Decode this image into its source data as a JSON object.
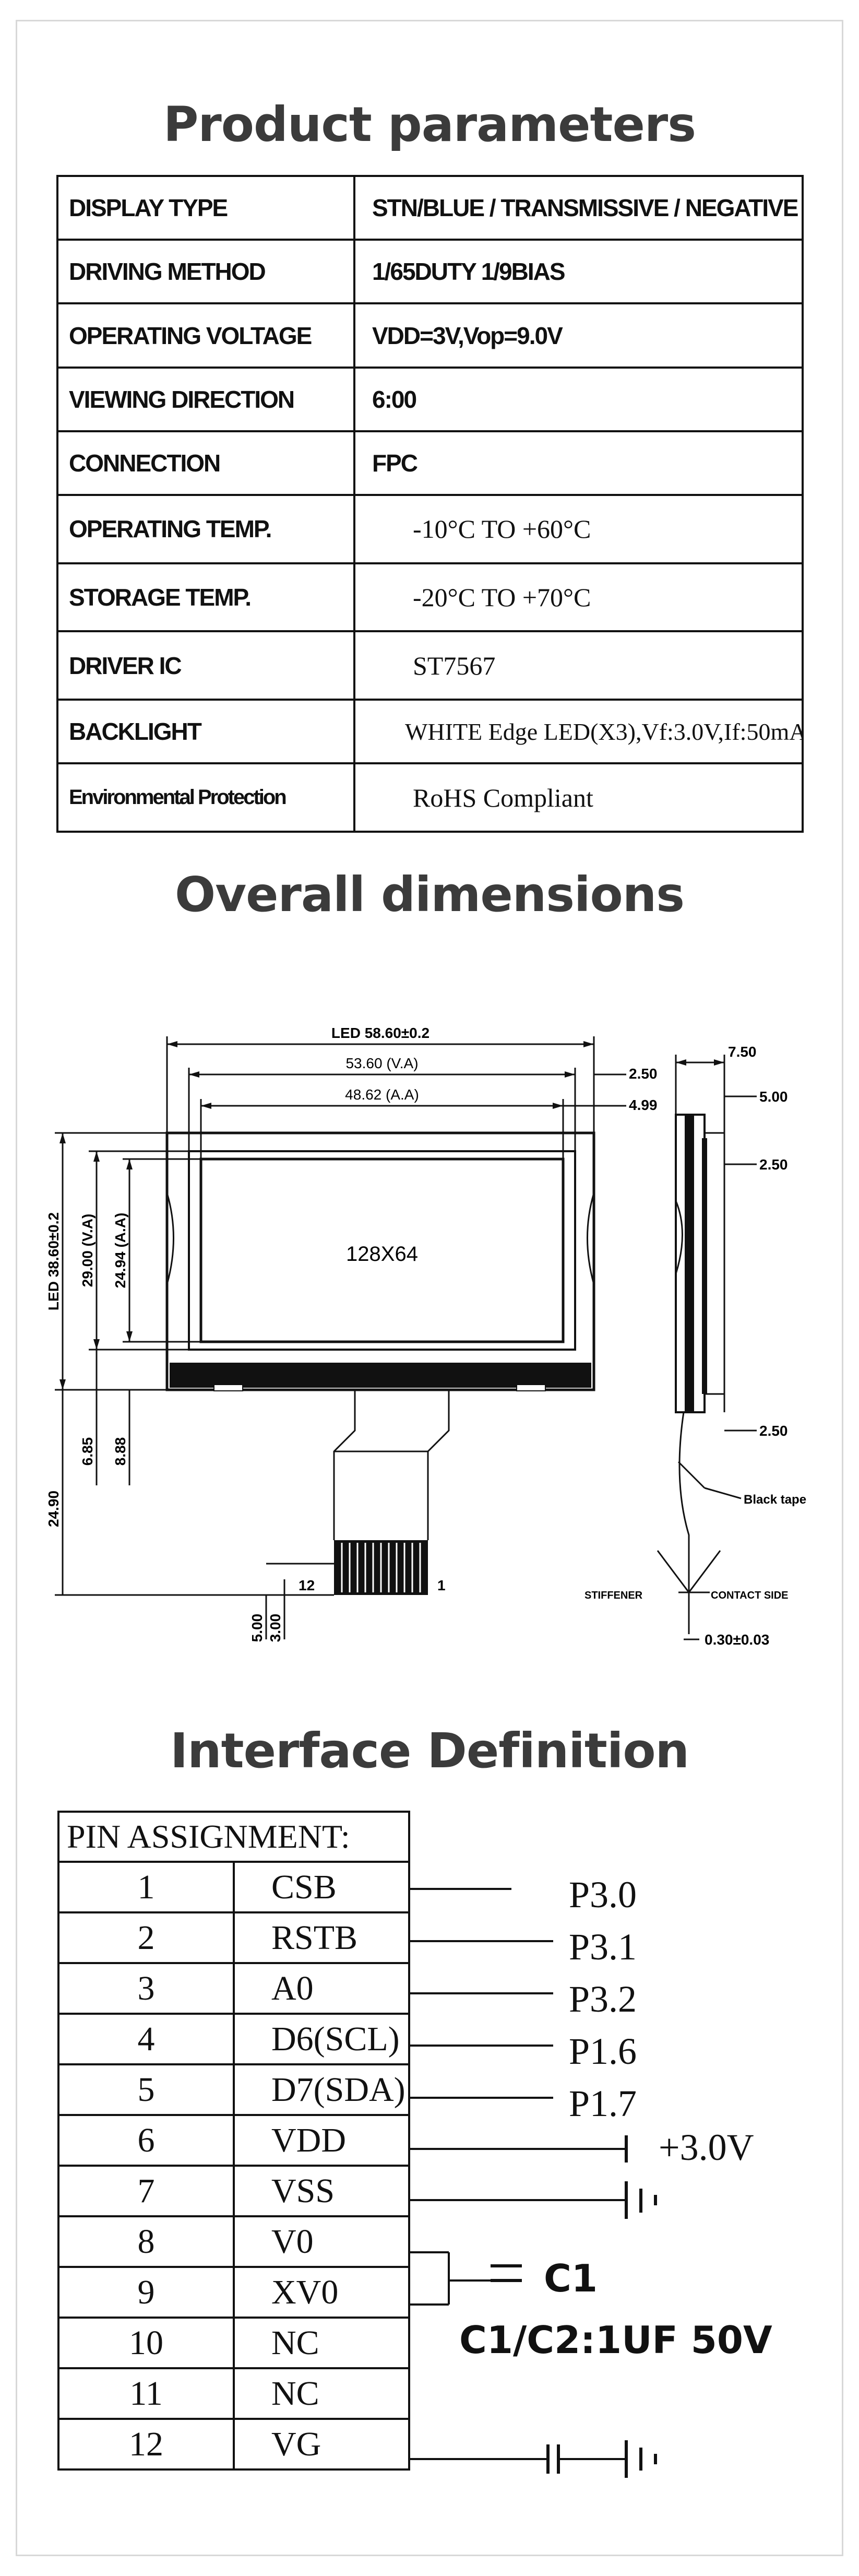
{
  "sections": {
    "params_title": "Product parameters",
    "dims_title": "Overall dimensions",
    "interface_title": "Interface Definition"
  },
  "parameters": [
    {
      "label": "DISPLAY TYPE",
      "value": "STN/BLUE / TRANSMISSIVE / NEGATIVE"
    },
    {
      "label": "DRIVING METHOD",
      "value": "1/65DUTY  1/9BIAS"
    },
    {
      "label": "OPERATING VOLTAGE",
      "value": "VDD=3V,Vop=9.0V"
    },
    {
      "label": "VIEWING DIRECTION",
      "value": "6:00"
    },
    {
      "label": "CONNECTION",
      "value": "FPC"
    },
    {
      "label": "OPERATING TEMP.",
      "value": "-10°C TO +60°C"
    },
    {
      "label": "STORAGE TEMP.",
      "value": "-20°C TO +70°C"
    },
    {
      "label": "DRIVER IC",
      "value": "ST7567"
    },
    {
      "label": "BACKLIGHT",
      "value": "WHITE Edge LED(X3),Vf:3.0V,If:50mA"
    },
    {
      "label": "Environmental Protection",
      "value": "RoHS Compliant"
    }
  ],
  "drawing": {
    "led_width": "LED 58.60±0.2",
    "va_width": "53.60 (V.A)",
    "aa_width": "48.62 (A.A)",
    "right_250": "2.50",
    "right_499": "4.99",
    "led_height": "LED 38.60±0.2",
    "va_height": "29.00 (V.A)",
    "aa_height": "24.94 (A.A)",
    "dim_685": "6.85",
    "dim_888": "8.88",
    "dim_2490": "24.90",
    "dim_500": "5.00",
    "dim_300": "3.00",
    "display_label": "128X64",
    "pin12": "12",
    "pin1": "1",
    "side_750": "7.50",
    "side_500": "5.00",
    "side_250a": "2.50",
    "side_250b": "2.50",
    "black_tape": "Black tape",
    "stiffener": "STIFFENER",
    "contact_side": "CONTACT SIDE",
    "thickness": "0.30±0.03"
  },
  "pin_table": {
    "header": "PIN ASSIGNMENT:",
    "pins": [
      {
        "num": "1",
        "name": "CSB"
      },
      {
        "num": "2",
        "name": "RSTB"
      },
      {
        "num": "3",
        "name": "A0"
      },
      {
        "num": "4",
        "name": "D6(SCL)"
      },
      {
        "num": "5",
        "name": "D7(SDA)"
      },
      {
        "num": "6",
        "name": "VDD"
      },
      {
        "num": "7",
        "name": "VSS"
      },
      {
        "num": "8",
        "name": "V0"
      },
      {
        "num": "9",
        "name": "XV0"
      },
      {
        "num": "10",
        "name": "NC"
      },
      {
        "num": "11",
        "name": "NC"
      },
      {
        "num": "12",
        "name": "VG"
      }
    ]
  },
  "wiring": {
    "p30": "P3.0",
    "p31": "P3.1",
    "p32": "P3.2",
    "p16": "P1.6",
    "p17": "P1.7",
    "vdd": "+3.0V",
    "c1": "C1",
    "cap_note": "C1/C2:1UF 50V"
  }
}
